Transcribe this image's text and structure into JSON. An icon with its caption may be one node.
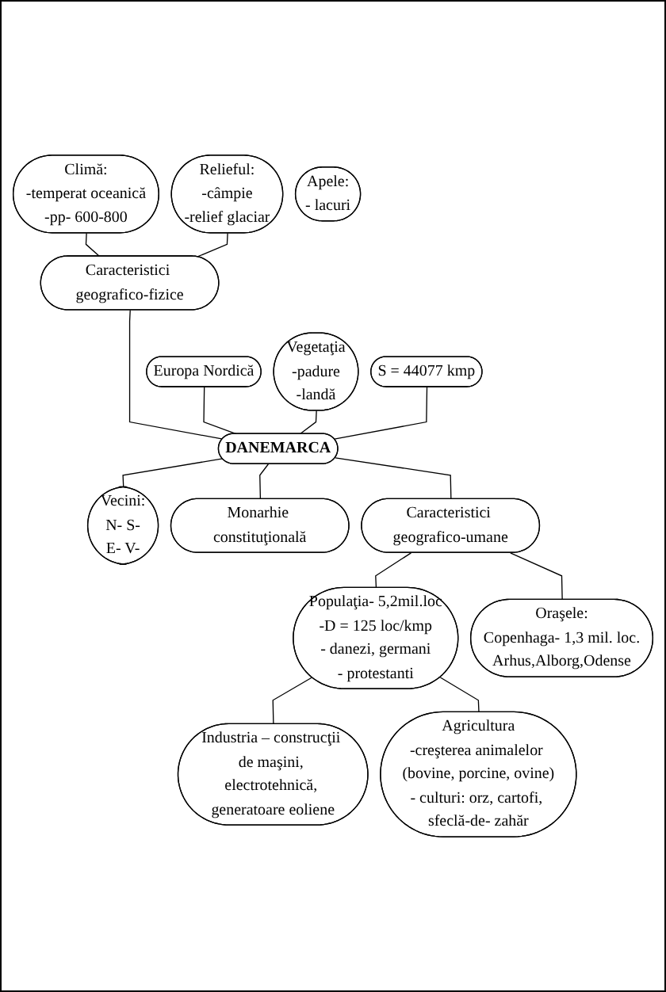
{
  "diagram": {
    "nodes": [
      {
        "text": [
          "Climă:",
          "-temperat oceanică",
          "-pp- 600-800"
        ]
      },
      {
        "text": [
          "Relieful:",
          "-câmpie",
          "-relief glaciar"
        ]
      },
      {
        "text": [
          "Apele:",
          "- lacuri"
        ]
      },
      {
        "text": [
          "Caracteristici geografico-fizice"
        ]
      },
      {
        "text": [
          "Europa Nordică"
        ]
      },
      {
        "text": [
          "Vegetaţia",
          "-padure",
          "-landă"
        ]
      },
      {
        "text": [
          "DANEMARCA"
        ]
      },
      {
        "text": [
          "S = 44077 kmp"
        ]
      },
      {
        "text": [
          "Vecini:",
          "N- S-",
          "E- V-"
        ]
      },
      {
        "text": [
          "Monarhie constituţională"
        ]
      },
      {
        "text": [
          "Caracteristici geografico-umane"
        ]
      },
      {
        "text": [
          "Populaţia- 5,2mil.loc",
          "-D = 125 loc/kmp",
          "- danezi, germani",
          "- protestanti"
        ]
      },
      {
        "text": [
          "Oraşele:",
          "Copenhaga- 1,3 mil. loc.",
          "Arhus,Alborg,Odense"
        ]
      },
      {
        "text": [
          "Industria – construcţii de maşini, electrotehnică, generatoare eoliene"
        ]
      },
      {
        "text": [
          "Agricultura",
          "-creşterea animalelor (bovine, porcine, ovine)",
          "- culturi: orz, cartofi, sfeclă-de- zahăr"
        ]
      }
    ],
    "edges": [
      {
        "from": 0,
        "to": 3,
        "arrow": "none"
      },
      {
        "from": 1,
        "to": 3,
        "arrow": "none"
      },
      {
        "from": 3,
        "to": 6,
        "arrow": "none"
      },
      {
        "from": 4,
        "to": 6,
        "arrow": "none"
      },
      {
        "from": 5,
        "to": 6,
        "arrow": "none"
      },
      {
        "from": 7,
        "to": 6,
        "arrow": "none"
      },
      {
        "from": 6,
        "to": 8,
        "arrow": "none"
      },
      {
        "from": 6,
        "to": 9,
        "arrow": "none"
      },
      {
        "from": 6,
        "to": 10,
        "arrow": "none"
      },
      {
        "from": 10,
        "to": 11,
        "arrow": "none"
      },
      {
        "from": 10,
        "to": 12,
        "arrow": "none"
      },
      {
        "from": 11,
        "to": 13,
        "arrow": "none"
      },
      {
        "from": 11,
        "to": 14,
        "arrow": "none"
      }
    ]
  }
}
